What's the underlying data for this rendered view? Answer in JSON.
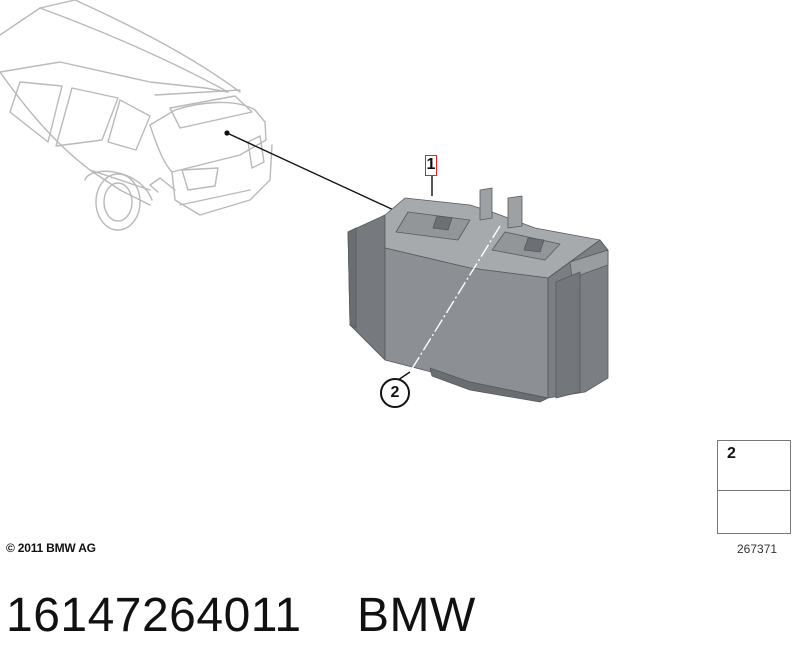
{
  "callouts": {
    "part_1": "1",
    "part_2": "2"
  },
  "copyright": "© 2011 BMW AG",
  "legend": {
    "quantity_label": "2",
    "ref_number": "267371"
  },
  "footer": {
    "part_number": "16147264011",
    "brand": "BMW"
  },
  "colors": {
    "line": "#b9b9b9",
    "part_dark": "#6f7378",
    "part_mid": "#8b8f93",
    "part_light": "#a3a6a9",
    "callout_box": "#e0202a"
  }
}
